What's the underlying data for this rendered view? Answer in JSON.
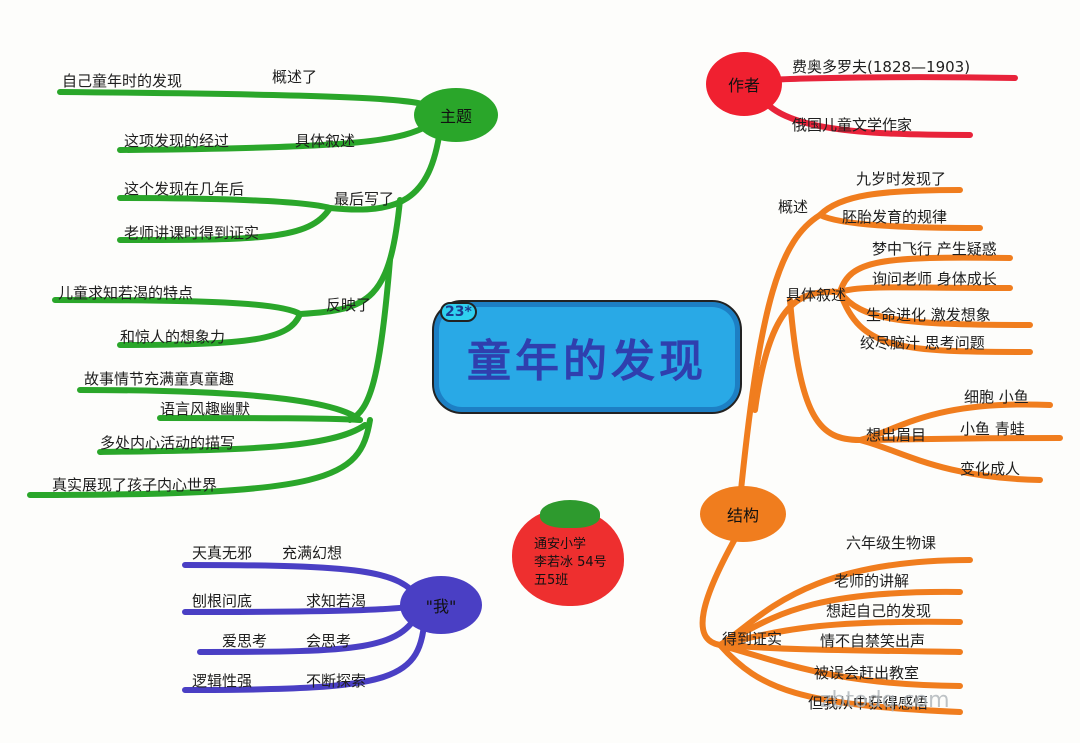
{
  "center": {
    "badge": "23*",
    "title": "童年的发现"
  },
  "author_node": {
    "label": "作者",
    "color": "#f02030",
    "items": [
      "费奥多罗夫(1828—1903)",
      "俄国儿童文学作家"
    ]
  },
  "theme_node": {
    "label": "主题",
    "color": "#2aa62a",
    "row1_left": "自己童年时的发现",
    "row1_right": "概述了",
    "row2_left": "这项发现的经过",
    "row2_right": "具体叙述",
    "last_label": "最后写了",
    "last_items": [
      "这个发现在几年后",
      "老师讲课时得到证实"
    ],
    "reflect_label": "反映了",
    "reflect_items": [
      "儿童求知若渴的特点",
      "和惊人的想象力"
    ],
    "features": [
      "故事情节充满童真童趣",
      "语言风趣幽默",
      "多处内心活动的描写",
      "真实展现了孩子内心世界"
    ]
  },
  "structure_node": {
    "label": "结构",
    "color": "#f07d1e",
    "overview_label": "概述",
    "overview_items": [
      "九岁时发现了",
      "胚胎发育的规律"
    ],
    "detail_label": "具体叙述",
    "detail_items": [
      "梦中飞行  产生疑惑",
      "询问老师  身体成长",
      "生命进化  激发想象",
      "绞尽脑汁  思考问题"
    ],
    "idea_label": "想出眉目",
    "idea_items": [
      "细胞  小鱼",
      "小鱼  青蛙",
      "变化成人"
    ],
    "proof_label": "得到证实",
    "proof_items": [
      "六年级生物课",
      "老师的讲解",
      "想起自己的发现",
      "情不自禁笑出声",
      "被误会赶出教室",
      "但我从中获得感悟"
    ]
  },
  "me_node": {
    "label": "\"我\"",
    "color": "#4a3fc4",
    "items": [
      {
        "left": "天真无邪",
        "right": "充满幻想"
      },
      {
        "left": "刨根问底",
        "right": "求知若渴"
      },
      {
        "left": "爱思考",
        "right": "会思考"
      },
      {
        "left": "逻辑性强",
        "right": "不断探索"
      }
    ]
  },
  "author_card": {
    "lines": [
      "通安小学",
      "李若冰  54号",
      "五5班"
    ]
  },
  "watermark": "zbtodq.com"
}
